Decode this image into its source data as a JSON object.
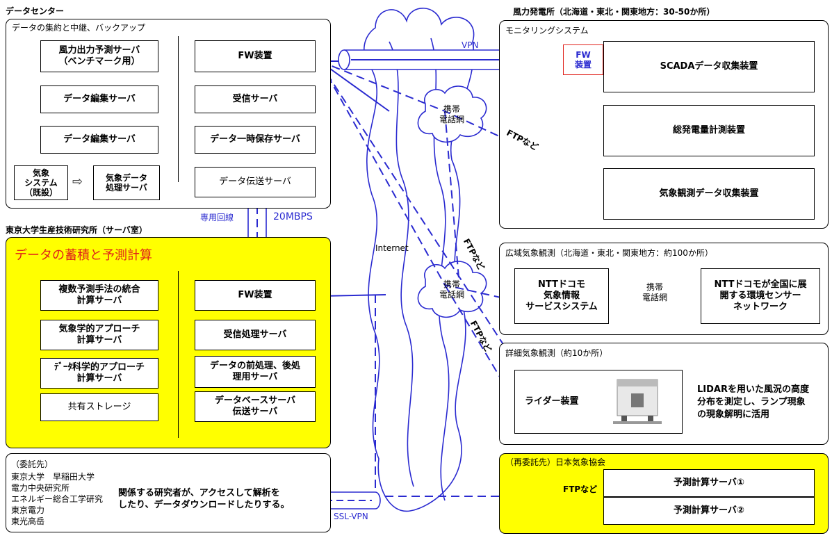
{
  "data_center": {
    "label": "データセンター",
    "panel_title": "データの集約と中継、バックアップ",
    "left_boxes": [
      "風力出力予測サーバ\n（ベンチマーク用）",
      "データ編集サーバ",
      "データ編集サーバ"
    ],
    "right_boxes": [
      "FW装置",
      "受信サーバ",
      "データ一時保存サーバ",
      "データ伝送サーバ"
    ],
    "weather_system": "気象\nシステム\n（既設）",
    "weather_processor": "気象データ\n処理サーバ"
  },
  "wind_farm": {
    "label": "風力発電所（北海道・東北・関東地方：30-50か所）",
    "panel_title": "モニタリングシステム",
    "fw": "FW\n装置",
    "boxes": [
      "SCADAデータ収集装置",
      "総発電量計測装置",
      "気象観測データ収集装置"
    ]
  },
  "dedicated_line": {
    "label": "専用回線",
    "speed": "20MBPS"
  },
  "utokyo": {
    "label": "東京大学生産技術研究所（サーバ室）",
    "panel_title": "データの蓄積と予測計算",
    "left_boxes": [
      "複数予測手法の統合\n計算サーバ",
      "気象学的アプローチ\n計算サーバ",
      "ﾃﾞｰﾀ科学的アプローチ\n計算サーバ",
      "共有ストレージ"
    ],
    "right_boxes": [
      "FW装置",
      "受信処理サーバ",
      "データの前処理、後処\n理用サーバ",
      "データベースサーバ\n伝送サーバ"
    ]
  },
  "wide_area": {
    "title": "広域気象観測（北海道・東北・関東地方：約100か所）",
    "docomo_box": "NTTドコモ\n気象情報\nサービスシステム",
    "network_box": "NTTドコモが全国に展\n開する環境センサー\nネットワーク"
  },
  "detailed": {
    "title": "詳細気象観測（約10か所）",
    "lidar_box": "ライダー装置",
    "description": "LIDARを用いた風況の高度\n分布を測定し、ランプ現象\nの現象解明に活用"
  },
  "contractors": {
    "title": "（委託先）",
    "list": [
      "東京大学　早稲田大学",
      "電力中央研究所",
      "エネルギー総合工学研究",
      "東京電力",
      "東光高岳"
    ],
    "note": "関係する研究者が、アクセスして解析を\nしたり、データダウンロードしたりする。"
  },
  "jwa": {
    "title": "（再委託先）日本気象協会",
    "boxes": [
      "予測計算サーバ①",
      "予測計算サーバ②"
    ],
    "ftp": "FTPなど"
  },
  "network": {
    "vpn": "VPN",
    "ssl_vpn": "SSL-VPN",
    "internet": "Internet",
    "mobile_net": "携帯\n電話網",
    "ftp_labels": [
      "FTPなど",
      "FTPなど",
      "FTPなど"
    ]
  }
}
